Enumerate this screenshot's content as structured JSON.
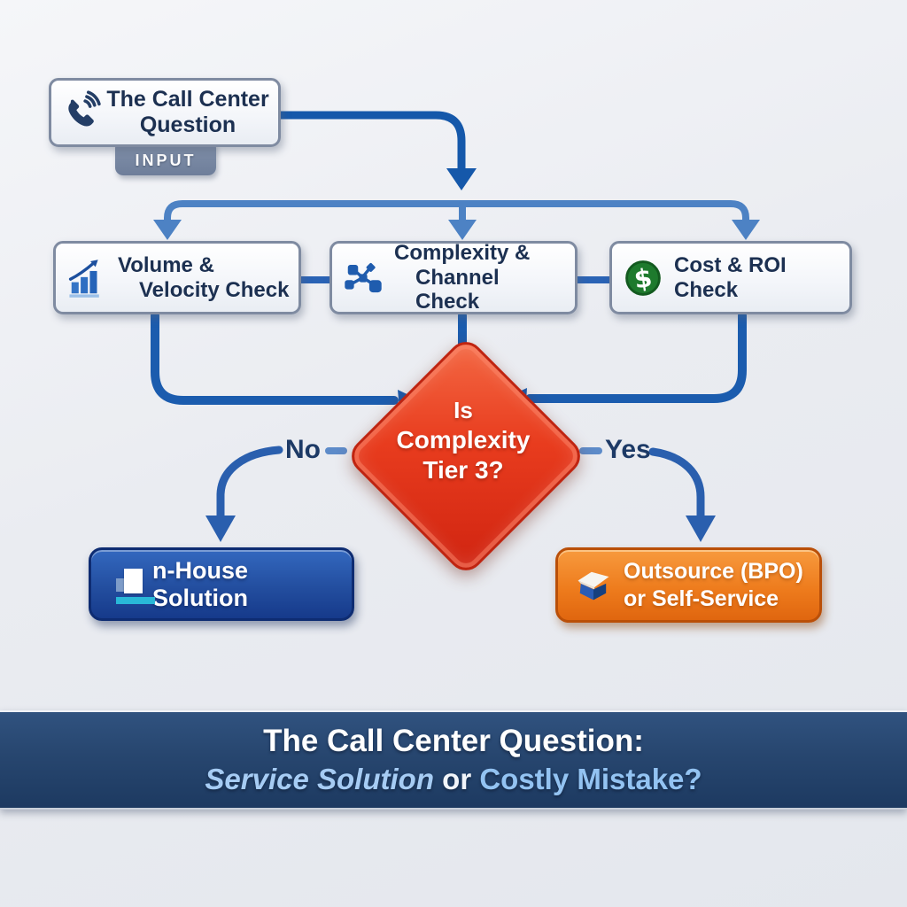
{
  "flowchart": {
    "input": {
      "label": "The Call Center Question",
      "tag": "INPUT",
      "icon": "phone-icon"
    },
    "checks": [
      {
        "line1": "Volume &",
        "line2": "Velocity Check",
        "icon": "bar-chart-icon"
      },
      {
        "line1": "Complexity &",
        "line2": "Channel Check",
        "icon": "network-icon"
      },
      {
        "line1": "Cost & ROI",
        "line2": "Check",
        "icon": "dollar-icon"
      }
    ],
    "decision": {
      "line1": "Is",
      "line2": "Complexity",
      "line3": "Tier 3?"
    },
    "branch_no": "No",
    "branch_yes": "Yes",
    "outcomes": {
      "no": {
        "label": "n-House Solution",
        "icon": "block-i-icon"
      },
      "yes": {
        "line1": "Outsource (BPO)",
        "line2": "or Self-Service",
        "icon": "package-box-icon"
      }
    }
  },
  "banner": {
    "line1": "The Call Center Question:",
    "line2_italic": "Service Solution",
    "line2_mid": "or",
    "line2_accent": "Costly Mistake?"
  },
  "colors": {
    "arrow_blue": "#1a58ac",
    "distribution_blue": "#4d82c4",
    "diamond_red": "#e03c1e",
    "inhouse_blue": "#1c448f",
    "outsource_orange": "#ee7c1d",
    "banner_navy": "#27466f",
    "banner_accent_text": "#9ecbf5",
    "node_border": "#7f8ba1",
    "text_navy": "#1c3051",
    "dollar_green": "#1e7a2d",
    "cyan_accent": "#29b8d8"
  }
}
